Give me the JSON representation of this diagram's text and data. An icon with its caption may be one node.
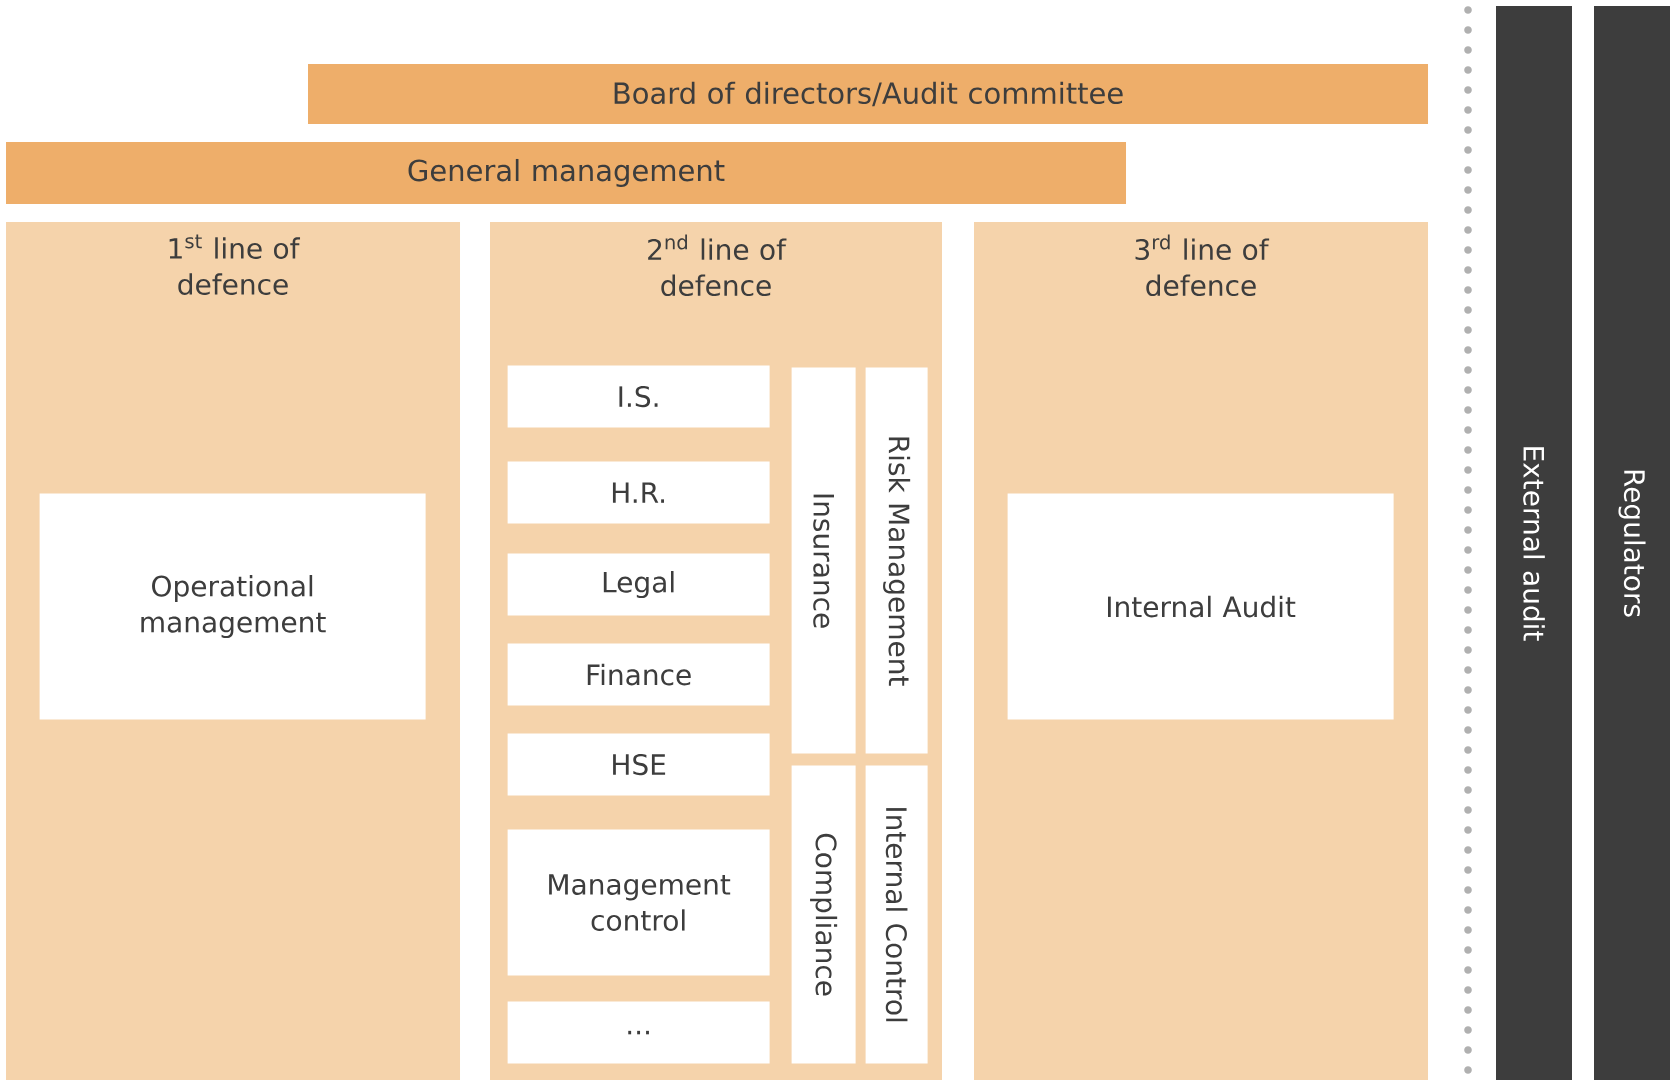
{
  "diagram": {
    "nodes": [
      {
        "text": [
          "Board of directors/Audit committee"
        ]
      },
      {
        "text": [
          "General management"
        ]
      },
      {
        "text": [
          "1$^{st}$ line of defence"
        ]
      },
      {
        "text": [
          "Operational management"
        ],
        "in": 2
      },
      {
        "text": [
          "2$^{nd}$ line of defence"
        ]
      },
      {
        "text": [
          "I.S."
        ],
        "in": 4
      },
      {
        "text": [
          "H.R."
        ],
        "in": 4
      },
      {
        "text": [
          "Legal"
        ],
        "in": 4
      },
      {
        "text": [
          "Finance"
        ],
        "in": 4
      },
      {
        "text": [
          "HSE"
        ],
        "in": 4
      },
      {
        "text": [
          "Management control"
        ],
        "in": 4
      },
      {
        "text": [
          "..."
        ],
        "in": 4
      },
      {
        "text": [
          "Insurance"
        ],
        "in": 4
      },
      {
        "text": [
          "Risk Management"
        ],
        "in": 4
      },
      {
        "text": [
          "Compliance"
        ],
        "in": 4
      },
      {
        "text": [
          "Internal Control"
        ],
        "in": 4
      },
      {
        "text": [
          "3$^{rd}$ line of defence"
        ]
      },
      {
        "text": [
          "Internal Audit"
        ],
        "in": 16
      },
      {
        "text": [
          "External audit"
        ]
      },
      {
        "text": [
          "Regulators"
        ]
      }
    ]
  }
}
